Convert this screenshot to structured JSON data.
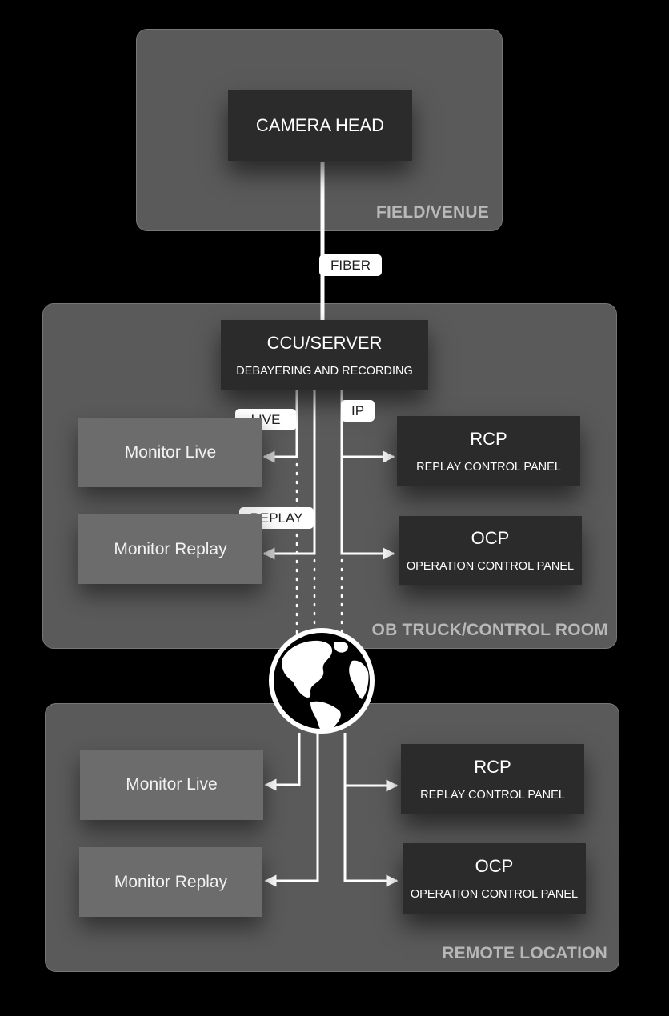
{
  "zones": {
    "field": "FIELD/VENUE",
    "ob_truck": "OB TRUCK/CONTROL ROOM",
    "remote": "REMOTE LOCATION"
  },
  "camera_head": "CAMERA HEAD",
  "ccu": {
    "title": "CCU/SERVER",
    "subtitle": "DEBAYERING AND RECORDING"
  },
  "tags": {
    "fiber": "FIBER",
    "live": "LIVE",
    "ip": "IP",
    "replay": "REPLAY"
  },
  "ob": {
    "monitor_live": "Monitor Live",
    "monitor_replay": "Monitor Replay",
    "rcp": {
      "title": "RCP",
      "subtitle": "REPLAY CONTROL PANEL"
    },
    "ocp": {
      "title": "OCP",
      "subtitle": "OPERATION CONTROL PANEL"
    }
  },
  "remote": {
    "monitor_live": "Monitor Live",
    "monitor_replay": "Monitor Replay",
    "rcp": {
      "title": "RCP",
      "subtitle": "REPLAY CONTROL PANEL"
    },
    "ocp": {
      "title": "OCP",
      "subtitle": "OPERATION CONTROL PANEL"
    }
  },
  "icons": {
    "globe": "globe-icon"
  }
}
